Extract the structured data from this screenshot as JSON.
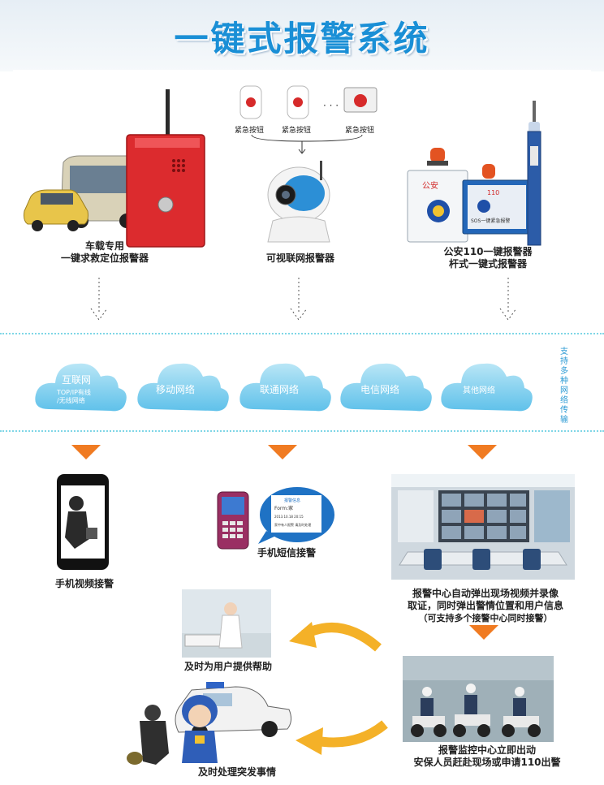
{
  "title": "一键式报警系统",
  "devices": {
    "vehicle_label_1": "车载专用",
    "vehicle_label_2": "一键求救定位报警器",
    "button_1": "紧急按钮",
    "button_2": "紧急按钮",
    "button_3": "紧急按钮",
    "camera_label": "可视联网报警器",
    "police_label_1": "公安110一键报警器",
    "police_label_2": "杆式一键式报警器",
    "box_text_1": "公安",
    "box_text_2": "110",
    "box_text_3": "SOS一键紧急报警"
  },
  "networks": {
    "internet": "互联网",
    "internet_sub_1": "TOP/IP有线",
    "internet_sub_2": "/无线网络",
    "mobile": "移动网络",
    "unicom": "联通网络",
    "telecom": "电信网络",
    "other": "其他网络",
    "side_note": "支持多种网络传输"
  },
  "receivers": {
    "phone_video": "手机视频接警",
    "sms": "手机短信接警",
    "sms_bubble_1": "报警信息",
    "sms_bubble_2": "Form:家",
    "sms_bubble_3": "2013.10.18 20:15",
    "sms_bubble_4": "家中有人报警 请及时处理",
    "center_1": "报警中心自动弹出现场视频并录像",
    "center_2": "取证，同时弹出警情位置和用户信息",
    "center_3": "（可支持多个接警中心同时接警）"
  },
  "actions": {
    "help": "及时为用户提供帮助",
    "dispatch_1": "报警监控中心立即出动",
    "dispatch_2": "安保人员赶赴现场或申请110出警",
    "emergency": "及时处理突发事情"
  }
}
